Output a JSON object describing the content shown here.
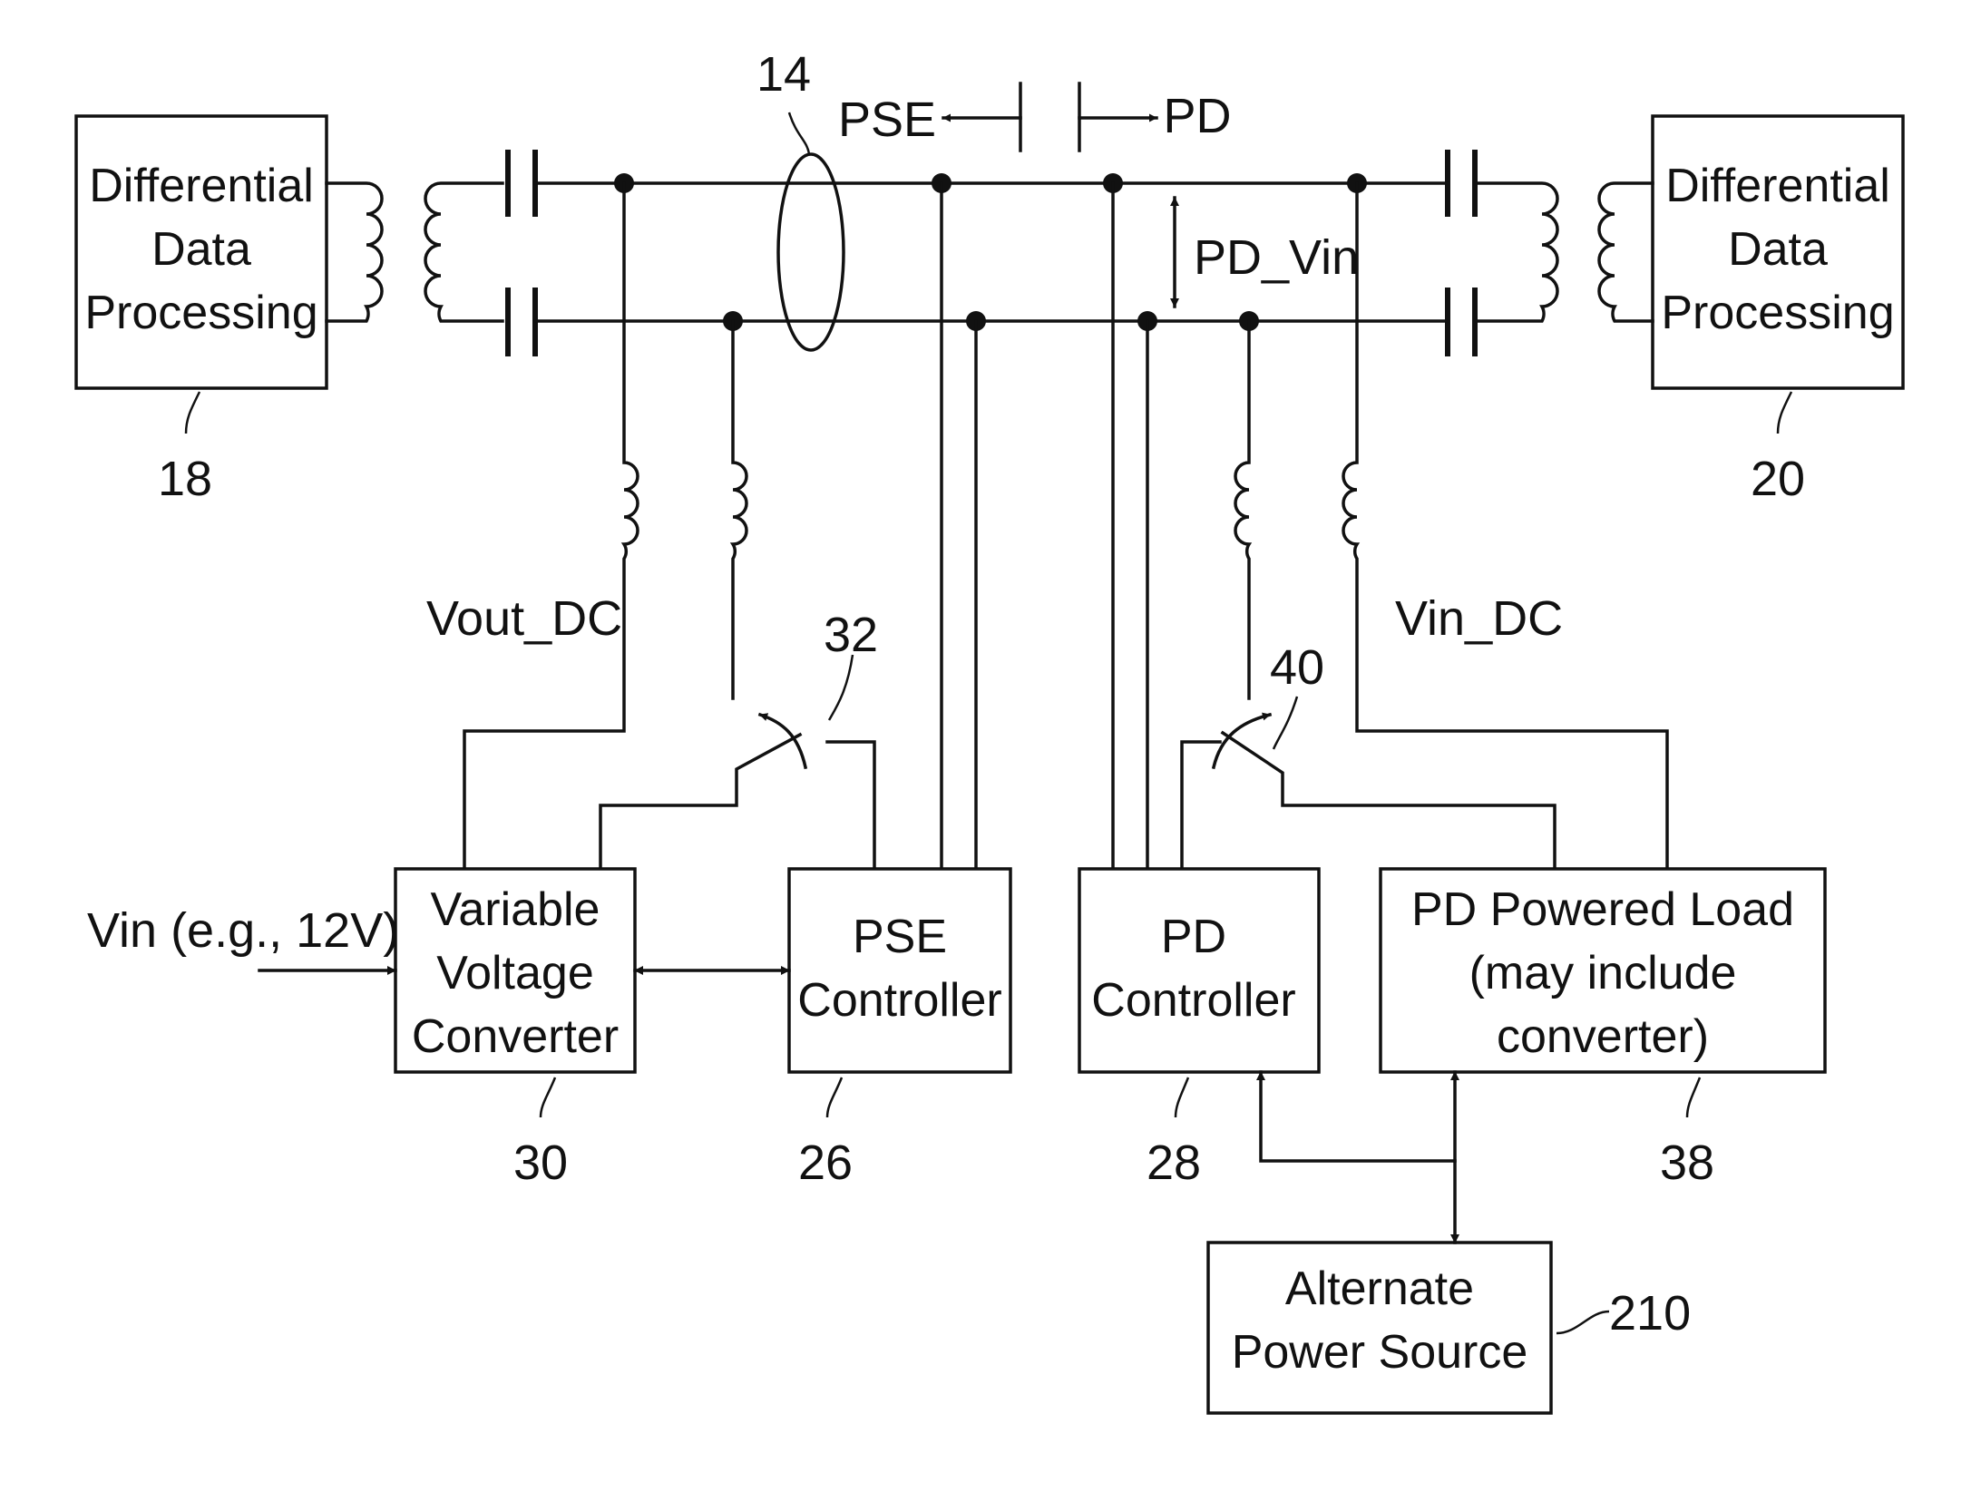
{
  "blocks": {
    "ddp_left": {
      "lines": [
        "Differential",
        "Data",
        "Processing"
      ],
      "ref": "18"
    },
    "ddp_right": {
      "lines": [
        "Differential",
        "Data",
        "Processing"
      ],
      "ref": "20"
    },
    "converter": {
      "lines": [
        "Variable",
        "Voltage",
        "Converter"
      ],
      "ref": "30"
    },
    "pse_controller": {
      "lines": [
        "PSE",
        "Controller"
      ],
      "ref": "26"
    },
    "pd_controller": {
      "lines": [
        "PD",
        "Controller"
      ],
      "ref": "28"
    },
    "pd_load": {
      "lines": [
        "PD Powered Load",
        "(may include",
        "converter)"
      ],
      "ref": "38"
    },
    "alt_power": {
      "lines": [
        "Alternate",
        "Power Source"
      ],
      "ref": "210"
    }
  },
  "labels": {
    "pse": "PSE",
    "pd": "PD",
    "pd_vin": "PD_Vin",
    "vout_dc": "Vout_DC",
    "vin_dc": "Vin_DC",
    "vin_input": "Vin (e.g., 12V)"
  },
  "refs": {
    "twisted_pair": "14",
    "pse_switch": "32",
    "pd_switch": "40"
  }
}
